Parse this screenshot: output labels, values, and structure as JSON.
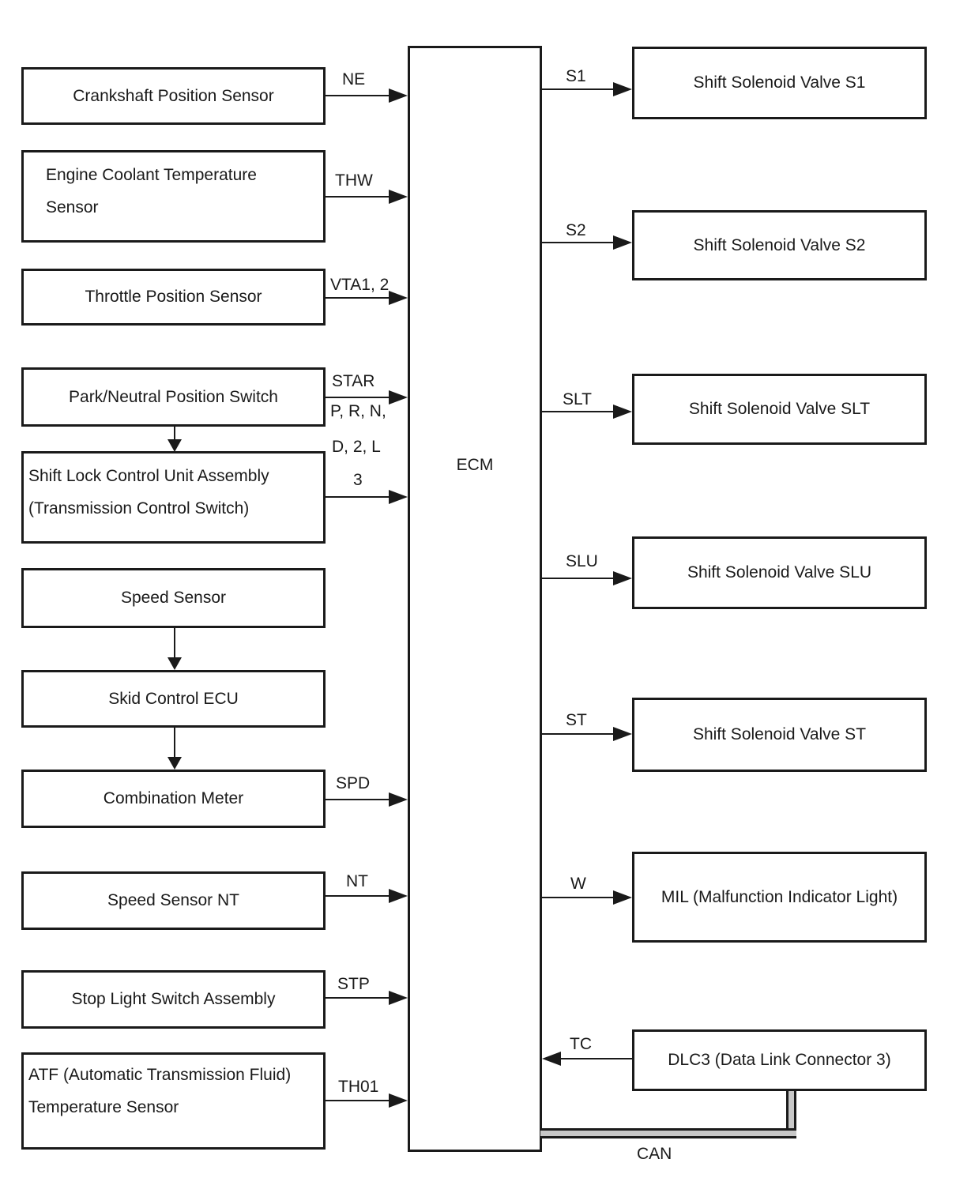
{
  "ink_color": "#1a1a1a",
  "ecm": {
    "label": "ECM"
  },
  "sensors": {
    "crankshaft": {
      "label": "Crankshaft Position Sensor",
      "signal": "NE"
    },
    "coolant": {
      "label1": "Engine Coolant Temperature",
      "label2": "Sensor",
      "signal": "THW"
    },
    "throttle": {
      "label": "Throttle Position Sensor",
      "signal": "VTA1, 2"
    },
    "park_neutral": {
      "label": "Park/Neutral Position Switch",
      "signal": "STAR"
    },
    "shift_lock": {
      "label1": "Shift Lock Control Unit Assembly",
      "label2": "(Transmission Control Switch)",
      "signal_lines": [
        "P, R, N,",
        "D, 2, L",
        "3"
      ]
    },
    "speed": {
      "label": "Speed Sensor"
    },
    "skid": {
      "label": "Skid Control ECU"
    },
    "combination_meter": {
      "label": "Combination Meter",
      "signal": "SPD"
    },
    "speed_nt": {
      "label": "Speed Sensor NT",
      "signal": "NT"
    },
    "stop_light": {
      "label": "Stop Light Switch Assembly",
      "signal": "STP"
    },
    "atf": {
      "label1": "ATF (Automatic Transmission Fluid)",
      "label2": "Temperature Sensor",
      "signal": "TH01"
    }
  },
  "outputs": {
    "s1": {
      "label": "Shift Solenoid Valve S1",
      "signal": "S1"
    },
    "s2": {
      "label": "Shift Solenoid Valve S2",
      "signal": "S2"
    },
    "slt": {
      "label": "Shift Solenoid Valve SLT",
      "signal": "SLT"
    },
    "slu": {
      "label": "Shift Solenoid Valve SLU",
      "signal": "SLU"
    },
    "st": {
      "label": "Shift Solenoid Valve ST",
      "signal": "ST"
    },
    "mil": {
      "label": "MIL (Malfunction Indicator Light)",
      "signal": "W"
    },
    "dlc3": {
      "label": "DLC3 (Data Link Connector 3)",
      "signal": "TC"
    }
  },
  "bus": {
    "label": "CAN"
  }
}
